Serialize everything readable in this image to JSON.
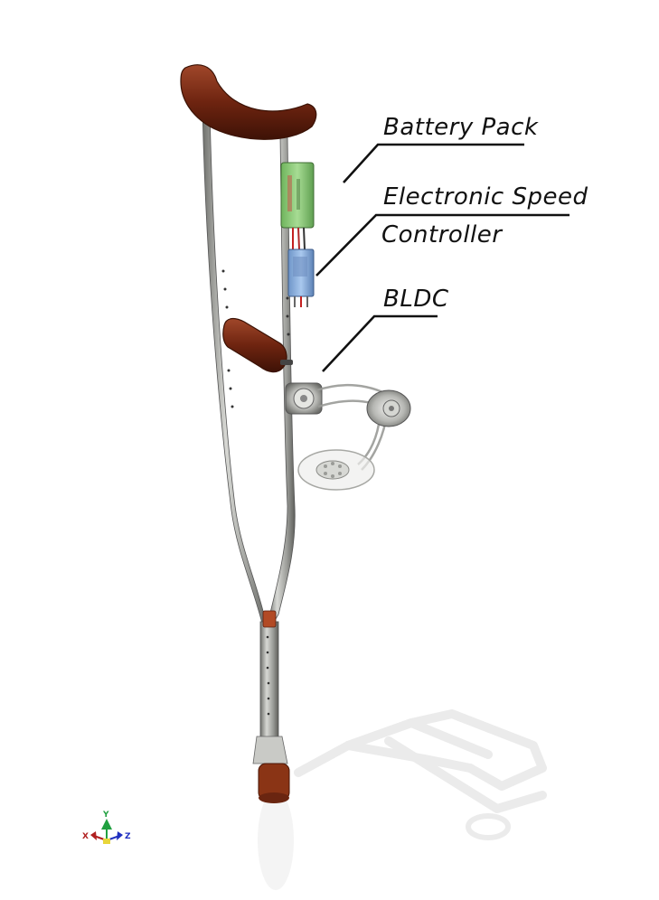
{
  "callouts": {
    "battery_pack": "Battery Pack",
    "esc_line1": "Electronic Speed",
    "esc_line2": "Controller",
    "bldc": "BLDC"
  },
  "axis_triad": {
    "x_label": "X",
    "y_label": "Y",
    "z_label": "Z",
    "x_color": "#b02020",
    "y_color": "#20a040",
    "z_color": "#2030c0"
  },
  "colors": {
    "grip": "#7a2a15",
    "aluminum": "#a9aaa6",
    "battery": "#8ccf7a",
    "controller": "#8fb4e0",
    "tip": "#8a3415"
  }
}
